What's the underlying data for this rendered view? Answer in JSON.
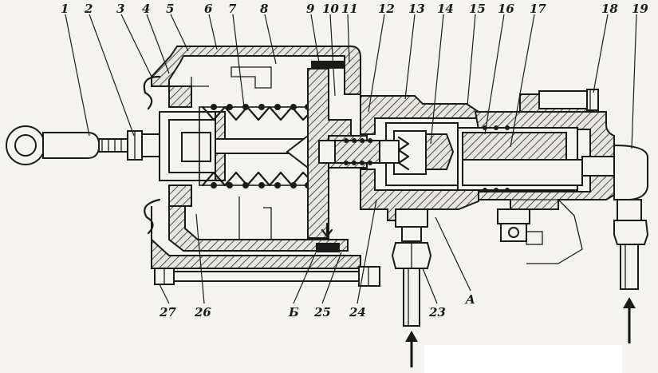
{
  "labels": {
    "top": [
      "1",
      "2",
      "3",
      "4",
      "5",
      "6",
      "7",
      "8",
      "9",
      "10",
      "11",
      "12",
      "13",
      "14",
      "15",
      "16",
      "17",
      "18",
      "19"
    ],
    "bottom": [
      "27",
      "26",
      "Б",
      "25",
      "24",
      "23",
      "A"
    ]
  }
}
